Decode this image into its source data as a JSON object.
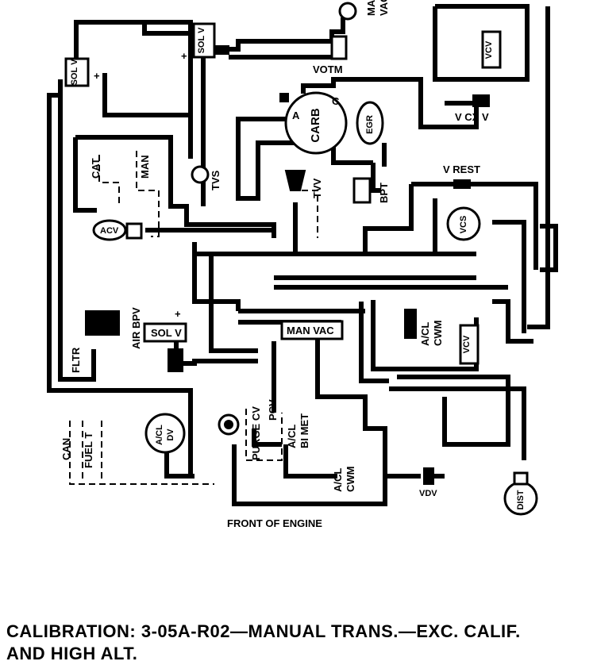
{
  "labels": {
    "sol_v_left": "SOL V",
    "sol_v_top": "SOL V",
    "man_vac_top_1": "MAN",
    "man_vac_top_2": "VAC",
    "votm": "VOTM",
    "vcv_top": "VCV",
    "v_cx_v": "V CX V",
    "carb": "CARB",
    "carb_a": "A",
    "carb_c": "C",
    "egr": "EGR",
    "tvs": "TVS",
    "tvv": "TVV",
    "bpt": "BPT",
    "v_rest": "V REST",
    "vcs": "VCS",
    "cat": "CAT",
    "man": "MAN",
    "acv": "ACV",
    "fltr": "FLTR",
    "air_bpv": "AIR BPV",
    "sol_v_mid": "SOL V",
    "man_vac_mid": "MAN VAC",
    "acl_cwm_1_a": "A/CL",
    "acl_cwm_1_b": "CWM",
    "vcv_right": "VCV",
    "acl_dv_a": "A/CL",
    "acl_dv_b": "DV",
    "purge_cv": "PURGE CV",
    "pcv": "PCV",
    "acl_bimet_a": "A/CL",
    "acl_bimet_b": "BI MET",
    "acl_cwm_2_a": "A/CL",
    "acl_cwm_2_b": "CWM",
    "vdv": "VDV",
    "dist": "DIST",
    "can": "CAN",
    "fuel_t": "FUEL  T",
    "front_of_engine": "FRONT OF ENGINE"
  },
  "caption": {
    "line1": "CALIBRATION: 3-05A-R02—MANUAL TRANS.—EXC. CALIF.",
    "line2": "AND HIGH ALT."
  }
}
